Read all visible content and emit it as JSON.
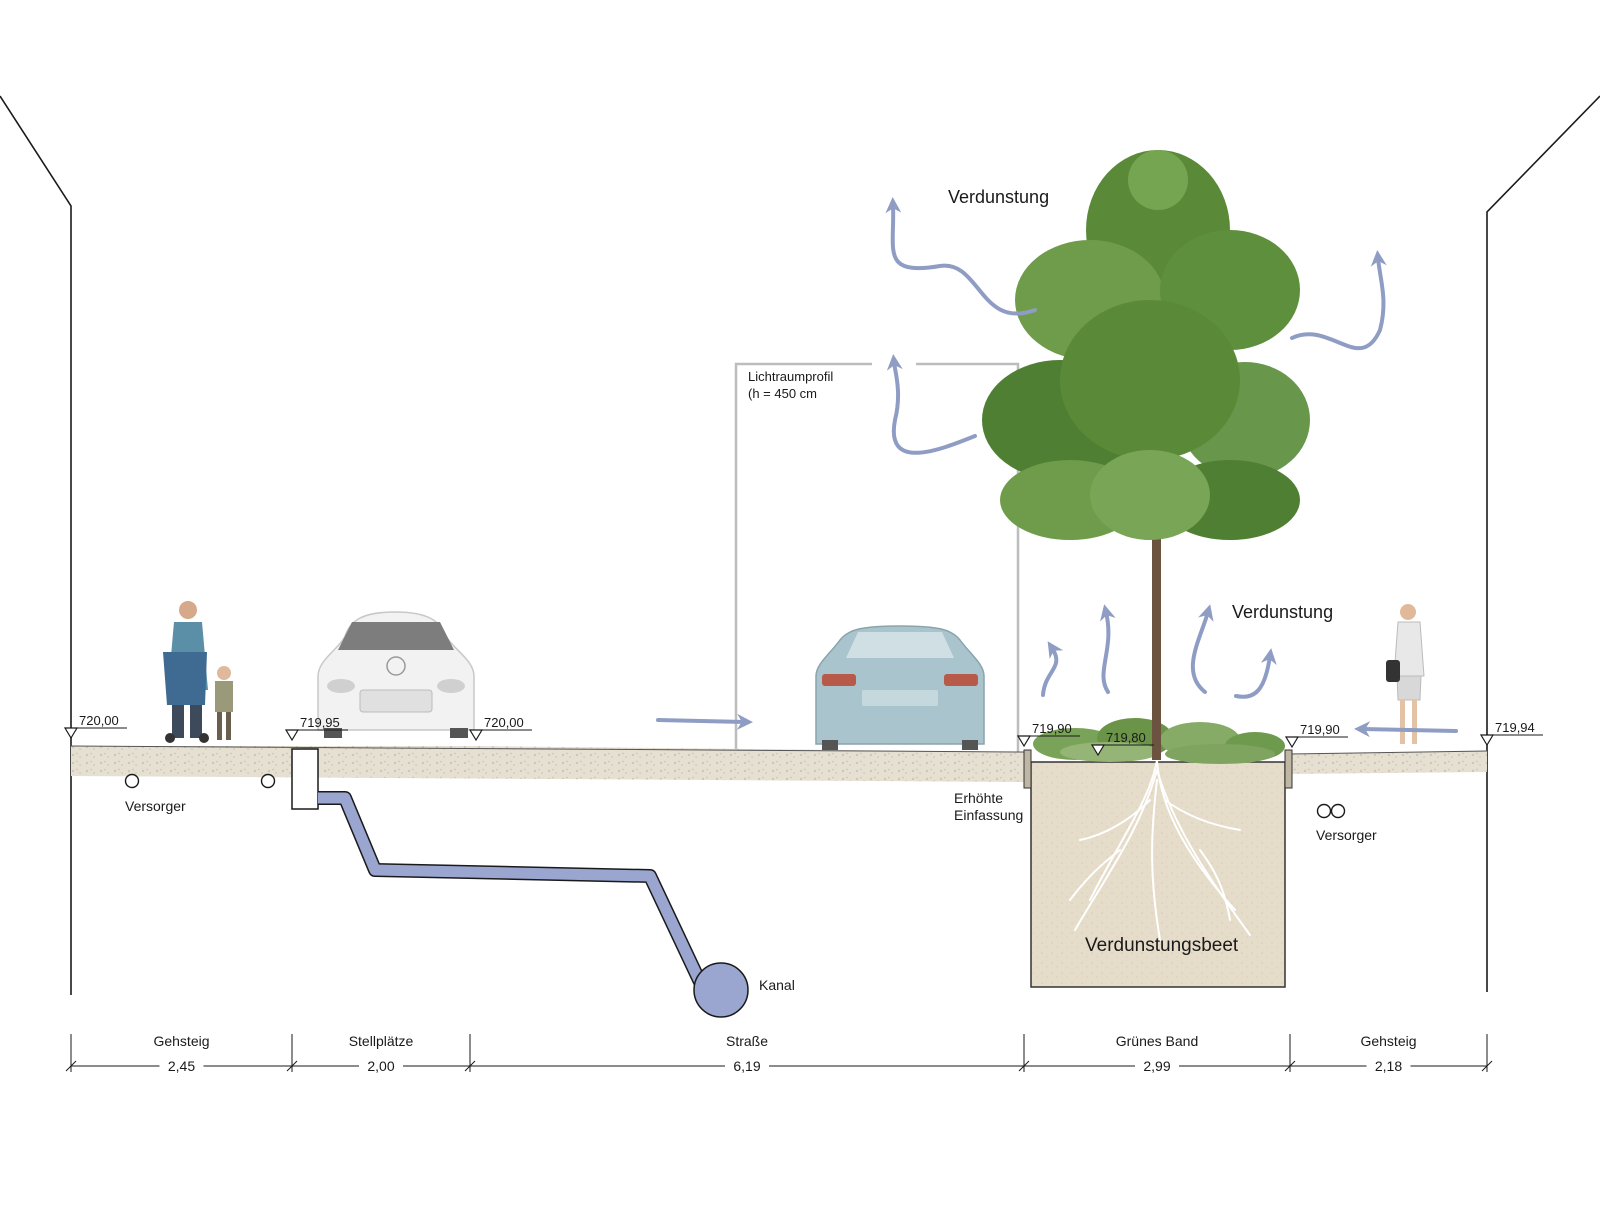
{
  "labels": {
    "verdunstung_top": "Verdunstung",
    "verdunstung_right": "Verdunstung",
    "lichtraum_line1": "Lichtraumprofil",
    "lichtraum_line2": "(h = 450 cm",
    "erhoehte_line1": "Erhöhte",
    "erhoehte_line2": "Einfassung",
    "versorger_left": "Versorger",
    "versorger_right": "Versorger",
    "kanal": "Kanal",
    "verdunstungsbeet": "Verdunstungsbeet"
  },
  "elevations": [
    "720,00",
    "719,95",
    "720,00",
    "719,90",
    "719,80",
    "719,90",
    "719,94"
  ],
  "dimensions": {
    "segments": [
      {
        "name": "Gehsteig",
        "width": "2,45"
      },
      {
        "name": "Stellplätze",
        "width": "2,00"
      },
      {
        "name": "Straße",
        "width": "6,19"
      },
      {
        "name": "Grünes Band",
        "width": "2,99"
      },
      {
        "name": "Gehsteig",
        "width": "2,18"
      }
    ]
  },
  "colors": {
    "arrow": "#8f9dc4",
    "pipe": "#9aa6cf",
    "ground": "#e4ded0",
    "soil": "#e6dccb",
    "foliage": "#5e8f3c",
    "line": "#1a1a1a",
    "clearance": "#bdbdbd"
  }
}
